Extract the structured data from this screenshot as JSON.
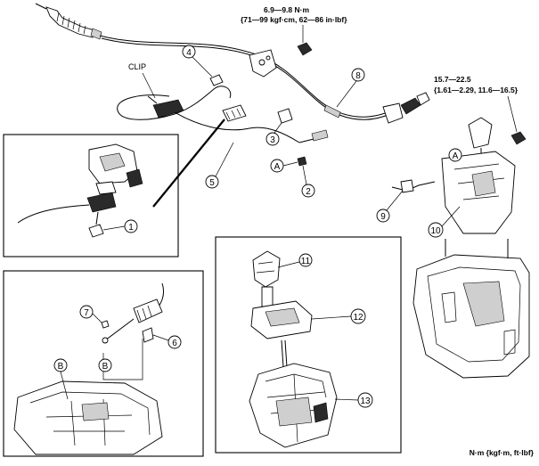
{
  "diagram": {
    "labels": {
      "clip": "CLIP",
      "torque_top_1": "6.9—9.8 N·m",
      "torque_top_2": "{71—99 kgf·cm, 62—86 in·lbf}",
      "torque_right_1": "15.7—22.5",
      "torque_right_2": "{1.61—2.29, 11.6—16.5}",
      "units": "N·m {kgf·m, ft·lbf}"
    },
    "callouts": {
      "c1": "1",
      "c2": "2",
      "c3": "3",
      "c4": "4",
      "c5": "5",
      "c6": "6",
      "c7": "7",
      "c8": "8",
      "c9": "9",
      "c10": "10",
      "c11": "11",
      "c12": "12",
      "c13": "13"
    },
    "letters": {
      "a1": "A",
      "a2": "A",
      "b1": "B",
      "b2": "B"
    }
  }
}
